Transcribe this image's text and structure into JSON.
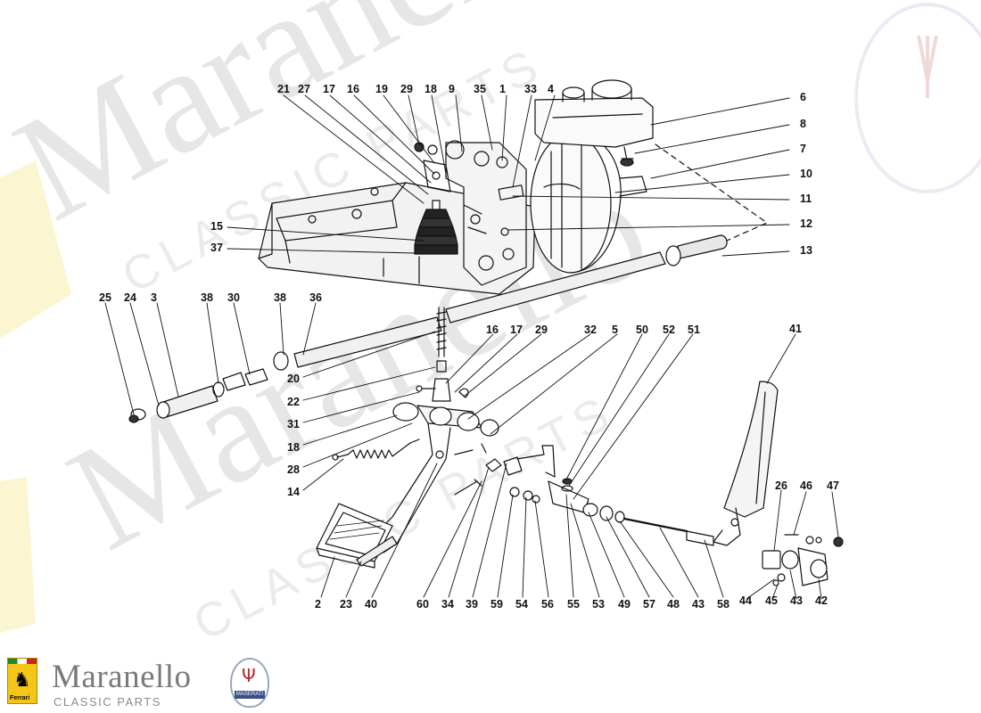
{
  "watermark": {
    "big_text": "Maranello",
    "sub_text": "CLASSIC PARTS",
    "color": "#e2e2e2"
  },
  "brand": {
    "name": "Maranello",
    "sub": "CLASSIC PARTS",
    "ferrari_text": "Ferrari",
    "maserati_text": "MASERATI",
    "color": "#7a7a7a"
  },
  "callouts": [
    "21",
    "27",
    "17",
    "16",
    "19",
    "29",
    "18",
    "9",
    "35",
    "1",
    "33",
    "4",
    "6",
    "8",
    "7",
    "10",
    "11",
    "12",
    "13",
    "15",
    "37",
    "25",
    "24",
    "3",
    "38",
    "30",
    "38",
    "36",
    "20",
    "22",
    "31",
    "18",
    "28",
    "14",
    "16",
    "17",
    "29",
    "32",
    "5",
    "50",
    "52",
    "51",
    "41",
    "26",
    "46",
    "47",
    "2",
    "23",
    "40",
    "60",
    "34",
    "39",
    "59",
    "54",
    "56",
    "55",
    "53",
    "49",
    "57",
    "48",
    "43",
    "58",
    "44",
    "45",
    "43",
    "42"
  ]
}
